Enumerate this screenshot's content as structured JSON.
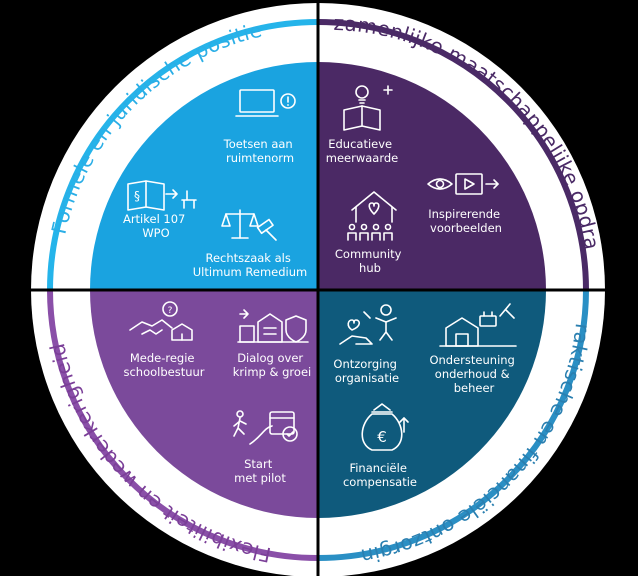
{
  "colors": {
    "background": "#000000",
    "ring": "#ffffff",
    "ring_divider": "#000000",
    "blue": "#1aa3e0",
    "blue_border": "#25b4ea",
    "dark_purple": "#4b2965",
    "dark_purple_border": "#4a2a66",
    "violet": "#7b4a9b",
    "violet_border": "#8a4fa8",
    "teal": "#0f5a7c",
    "teal_border": "#2a8fc4"
  },
  "ring_labels": {
    "top_left": "Formele en juridische positie",
    "top_right": "Gezamenlijke maatschappelijke opdracht",
    "bottom_right": "Praktische en financiële ontzorging",
    "bottom_left": "Flexibiliteit en wederkerigheid"
  },
  "quadrants": {
    "top_left": {
      "items": [
        {
          "icon": "monitor-warning-icon",
          "lines": [
            "Toetsen aan",
            "ruimtenorm"
          ]
        },
        {
          "icon": "law-book-icon",
          "lines": [
            "Artikel 107",
            "WPO"
          ]
        },
        {
          "icon": "scales-gavel-icon",
          "lines": [
            "Rechtszaak als",
            "Ultimum Remedium"
          ]
        }
      ]
    },
    "top_right": {
      "items": [
        {
          "icon": "book-lightbulb-icon",
          "lines": [
            "Educatieve",
            "meerwaarde"
          ]
        },
        {
          "icon": "eye-video-icon",
          "lines": [
            "Inspirerende",
            "voorbeelden"
          ]
        },
        {
          "icon": "community-house-icon",
          "lines": [
            "Community",
            "hub"
          ]
        }
      ]
    },
    "bottom_left": {
      "items": [
        {
          "icon": "handshake-school-icon",
          "lines": [
            "Mede-regie",
            "schoolbestuur"
          ]
        },
        {
          "icon": "buildings-shield-icon",
          "lines": [
            "Dialog over",
            "krimp & groei"
          ]
        },
        {
          "icon": "path-calendar-icon",
          "lines": [
            "Start",
            "met pilot"
          ]
        }
      ]
    },
    "bottom_right": {
      "items": [
        {
          "icon": "person-hand-icon",
          "lines": [
            "Ontzorging",
            "organisatie"
          ]
        },
        {
          "icon": "school-tools-icon",
          "lines": [
            "Ondersteuning",
            "onderhoud &",
            "beheer"
          ]
        },
        {
          "icon": "euro-moneybag-icon",
          "lines": [
            "Financiële",
            "compensatie"
          ]
        }
      ]
    }
  }
}
